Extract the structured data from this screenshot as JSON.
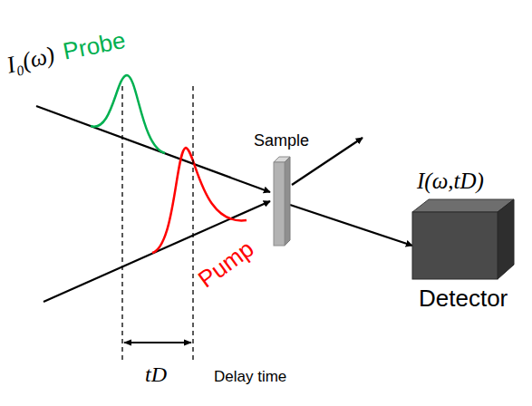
{
  "diagram": {
    "nodes": [
      {
        "text": [
          "Sample"
        ]
      },
      {
        "text": [
          "Detector"
        ]
      }
    ],
    "edges": [
      {
        "from": 0,
        "to": 1,
        "arrow": "to"
      }
    ],
    "labels": [
      "I₀(ω)",
      "Probe",
      "Pump",
      "I(ω,tD)",
      "tD",
      "Delay time"
    ]
  }
}
